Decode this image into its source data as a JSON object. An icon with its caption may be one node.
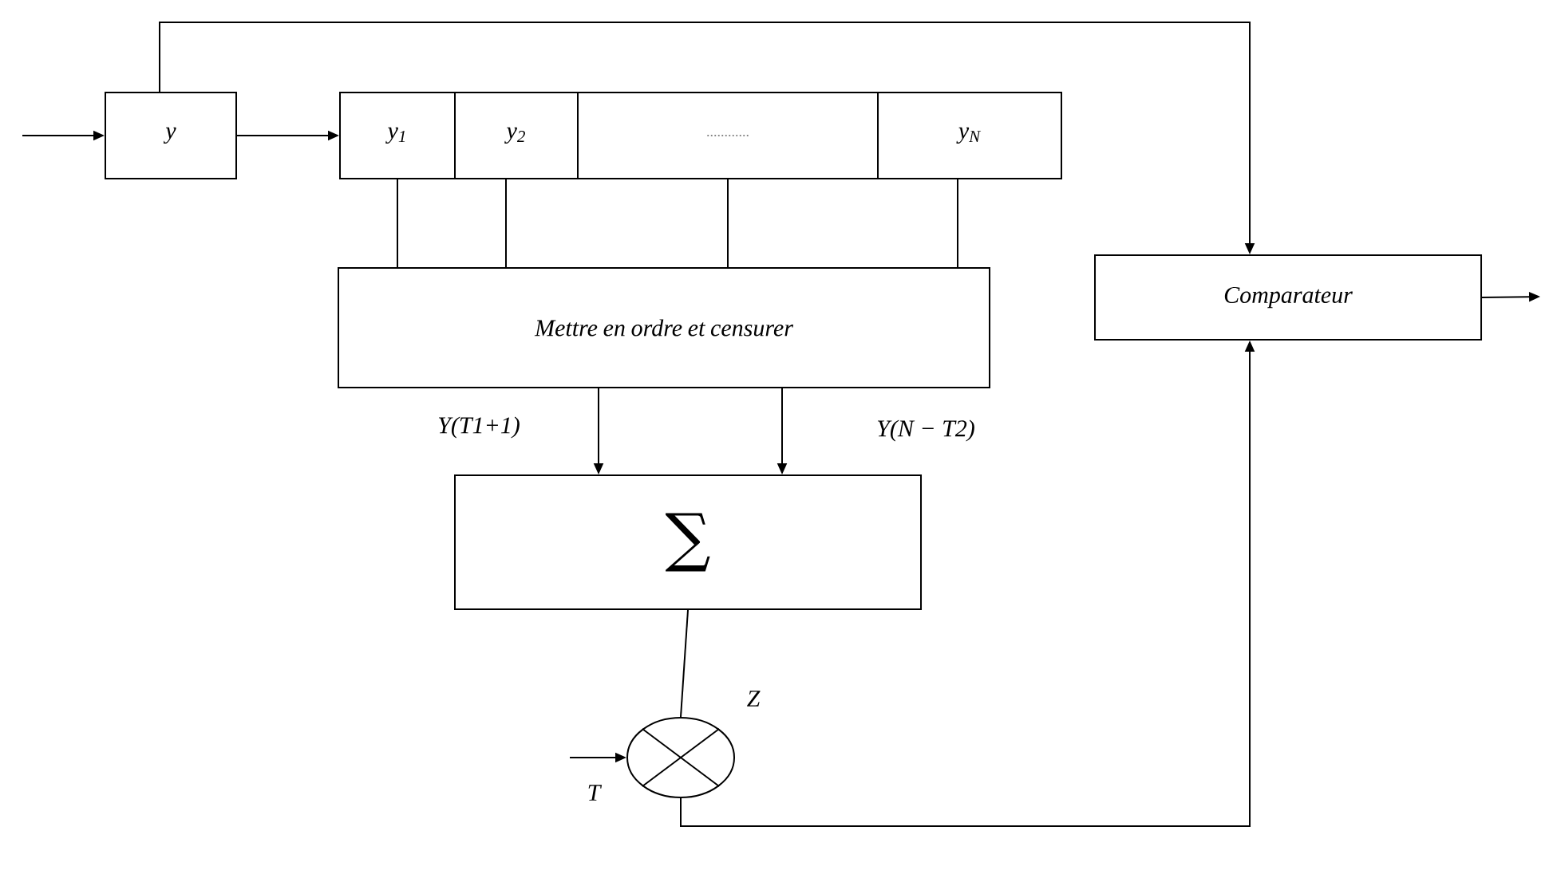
{
  "diagram": {
    "nodes": [
      {
        "text": [
          "y"
        ]
      },
      {
        "text": [
          "y$_{1}$"
        ]
      },
      {
        "text": [
          "y$_{2}$"
        ]
      },
      {
        "text": [
          "............"
        ]
      },
      {
        "text": [
          "y$_{N}$"
        ]
      },
      {
        "text": [
          "Mettre en ordre et censurer"
        ]
      },
      {
        "text": [
          "∑"
        ]
      },
      {
        "text": [],
        "shape": "circle",
        "beside": [
          "Z"
        ]
      },
      {
        "text": [
          "Comparateur"
        ]
      }
    ],
    "edges": [
      {
        "from": null,
        "to": 0,
        "arrow": "to"
      },
      {
        "from": 0,
        "to": 1,
        "arrow": "to"
      },
      {
        "from": 0,
        "to": 8,
        "arrow": "to"
      },
      {
        "from": 1,
        "to": 5,
        "arrow": "none"
      },
      {
        "from": 2,
        "to": 5,
        "arrow": "none"
      },
      {
        "from": 3,
        "to": 5,
        "arrow": "none"
      },
      {
        "from": 4,
        "to": 5,
        "arrow": "none"
      },
      {
        "from": 5,
        "to": 6,
        "arrow": "to",
        "label": "Y(T1+1)"
      },
      {
        "from": 5,
        "to": 6,
        "arrow": "to",
        "label": "Y(N − T2)"
      },
      {
        "from": 6,
        "to": 7,
        "arrow": "none"
      },
      {
        "from": null,
        "to": 7,
        "arrow": "to",
        "label": "T"
      },
      {
        "from": 7,
        "to": 8,
        "arrow": "to"
      },
      {
        "from": 8,
        "to": null,
        "arrow": "to"
      }
    ]
  }
}
